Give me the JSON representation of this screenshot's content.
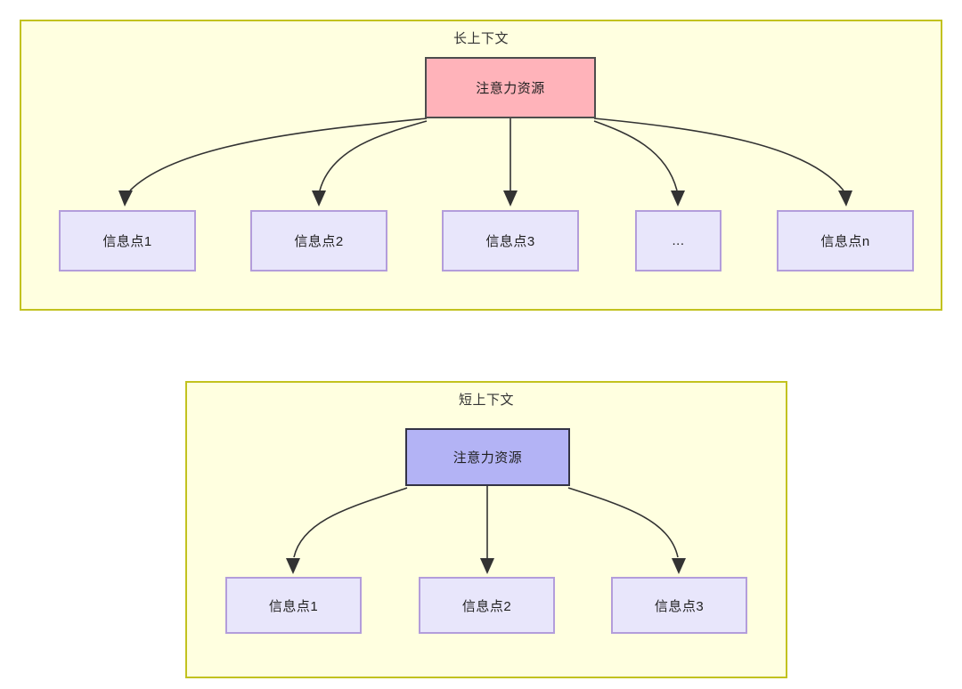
{
  "diagram": {
    "type": "attention-resource-allocation",
    "background_color": "#ffffff",
    "panel_fill": "#ffffe0",
    "panel_border": "#c2c21f",
    "edge_color": "#333333"
  },
  "sections": [
    {
      "id": "long-context",
      "title": "长上下文",
      "root": {
        "label": "注意力资源",
        "fill": "#ffb3ba",
        "border": "#4d4d4d"
      },
      "leaves": [
        {
          "label": "信息点1",
          "fill": "#e8e6fb",
          "border": "#b39ddb"
        },
        {
          "label": "信息点2",
          "fill": "#e8e6fb",
          "border": "#b39ddb"
        },
        {
          "label": "信息点3",
          "fill": "#e8e6fb",
          "border": "#b39ddb"
        },
        {
          "label": "...",
          "fill": "#e8e6fb",
          "border": "#b39ddb"
        },
        {
          "label": "信息点n",
          "fill": "#e8e6fb",
          "border": "#b39ddb"
        }
      ]
    },
    {
      "id": "short-context",
      "title": "短上下文",
      "root": {
        "label": "注意力资源",
        "fill": "#b3b3f5",
        "border": "#333344"
      },
      "leaves": [
        {
          "label": "信息点1",
          "fill": "#e8e6fb",
          "border": "#b39ddb"
        },
        {
          "label": "信息点2",
          "fill": "#e8e6fb",
          "border": "#b39ddb"
        },
        {
          "label": "信息点3",
          "fill": "#e8e6fb",
          "border": "#b39ddb"
        }
      ]
    }
  ]
}
